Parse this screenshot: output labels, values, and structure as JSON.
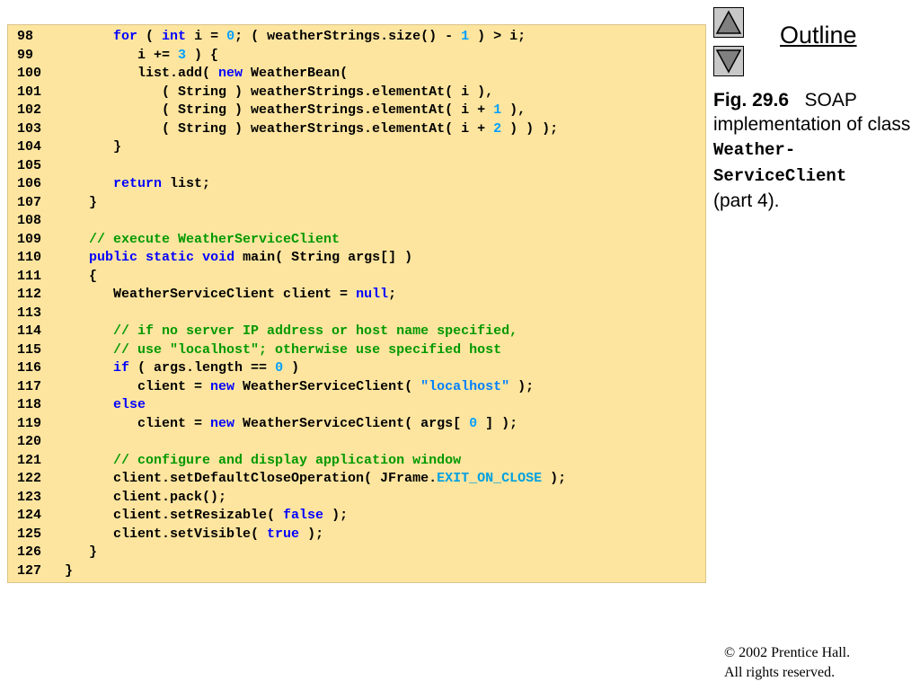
{
  "nav": {
    "outline_label": "Outline",
    "up_icon": "triangle-up-icon",
    "down_icon": "triangle-down-icon"
  },
  "caption": {
    "fig_label": "Fig. 29.6",
    "text_1": "SOAP implementation of class",
    "class_name_1": "Weather-",
    "class_name_2": "ServiceClient",
    "text_2": "(part 4)."
  },
  "copyright": {
    "line1": "© 2002 Prentice Hall.",
    "line2": "All rights reserved."
  },
  "code": {
    "lines": [
      {
        "n": "98",
        "tokens": [
          [
            "p",
            "      "
          ],
          [
            "k",
            "for"
          ],
          [
            "p",
            " ( "
          ],
          [
            "k",
            "int"
          ],
          [
            "p",
            " i = "
          ],
          [
            "n",
            "0"
          ],
          [
            "p",
            "; ( weatherStrings.size() - "
          ],
          [
            "n",
            "1"
          ],
          [
            "p",
            " ) > i;"
          ]
        ]
      },
      {
        "n": "99",
        "tokens": [
          [
            "p",
            "         i += "
          ],
          [
            "n",
            "3"
          ],
          [
            "p",
            " ) {"
          ]
        ]
      },
      {
        "n": "100",
        "tokens": [
          [
            "p",
            "         list.add( "
          ],
          [
            "k",
            "new"
          ],
          [
            "p",
            " WeatherBean("
          ]
        ]
      },
      {
        "n": "101",
        "tokens": [
          [
            "p",
            "            ( String ) weatherStrings.elementAt( i ),"
          ]
        ]
      },
      {
        "n": "102",
        "tokens": [
          [
            "p",
            "            ( String ) weatherStrings.elementAt( i + "
          ],
          [
            "n",
            "1"
          ],
          [
            "p",
            " ),"
          ]
        ]
      },
      {
        "n": "103",
        "tokens": [
          [
            "p",
            "            ( String ) weatherStrings.elementAt( i + "
          ],
          [
            "n",
            "2"
          ],
          [
            "p",
            " ) ) );"
          ]
        ]
      },
      {
        "n": "104",
        "tokens": [
          [
            "p",
            "      }"
          ]
        ]
      },
      {
        "n": "105",
        "tokens": []
      },
      {
        "n": "106",
        "tokens": [
          [
            "p",
            "      "
          ],
          [
            "k",
            "return"
          ],
          [
            "p",
            " list;"
          ]
        ]
      },
      {
        "n": "107",
        "tokens": [
          [
            "p",
            "   }"
          ]
        ]
      },
      {
        "n": "108",
        "tokens": []
      },
      {
        "n": "109",
        "tokens": [
          [
            "p",
            "   "
          ],
          [
            "c",
            "// execute WeatherServiceClient"
          ]
        ]
      },
      {
        "n": "110",
        "tokens": [
          [
            "p",
            "   "
          ],
          [
            "k",
            "public"
          ],
          [
            "p",
            " "
          ],
          [
            "k",
            "static"
          ],
          [
            "p",
            " "
          ],
          [
            "k",
            "void"
          ],
          [
            "p",
            " main( String args[] )"
          ]
        ]
      },
      {
        "n": "111",
        "tokens": [
          [
            "p",
            "   {"
          ]
        ]
      },
      {
        "n": "112",
        "tokens": [
          [
            "p",
            "      WeatherServiceClient client = "
          ],
          [
            "k",
            "null"
          ],
          [
            "p",
            ";"
          ]
        ]
      },
      {
        "n": "113",
        "tokens": []
      },
      {
        "n": "114",
        "tokens": [
          [
            "p",
            "      "
          ],
          [
            "c",
            "// if no server IP address or host name specified,"
          ]
        ]
      },
      {
        "n": "115",
        "tokens": [
          [
            "p",
            "      "
          ],
          [
            "c",
            "// use \"localhost\"; otherwise use specified host"
          ]
        ]
      },
      {
        "n": "116",
        "tokens": [
          [
            "p",
            "      "
          ],
          [
            "k",
            "if"
          ],
          [
            "p",
            " ( args.length == "
          ],
          [
            "n",
            "0"
          ],
          [
            "p",
            " )"
          ]
        ]
      },
      {
        "n": "117",
        "tokens": [
          [
            "p",
            "         client = "
          ],
          [
            "k",
            "new"
          ],
          [
            "p",
            " WeatherServiceClient( "
          ],
          [
            "s",
            "\"localhost\""
          ],
          [
            "p",
            " );"
          ]
        ]
      },
      {
        "n": "118",
        "tokens": [
          [
            "p",
            "      "
          ],
          [
            "k",
            "else"
          ]
        ]
      },
      {
        "n": "119",
        "tokens": [
          [
            "p",
            "         client = "
          ],
          [
            "k",
            "new"
          ],
          [
            "p",
            " WeatherServiceClient( args[ "
          ],
          [
            "n",
            "0"
          ],
          [
            "p",
            " ] );"
          ]
        ]
      },
      {
        "n": "120",
        "tokens": []
      },
      {
        "n": "121",
        "tokens": [
          [
            "p",
            "      "
          ],
          [
            "c",
            "// configure and display application window"
          ]
        ]
      },
      {
        "n": "122",
        "tokens": [
          [
            "p",
            "      client.setDefaultCloseOperation( JFrame."
          ],
          [
            "x",
            "EXIT_ON_CLOSE"
          ],
          [
            "p",
            " );"
          ]
        ]
      },
      {
        "n": "123",
        "tokens": [
          [
            "p",
            "      client.pack();"
          ]
        ]
      },
      {
        "n": "124",
        "tokens": [
          [
            "p",
            "      client.setResizable( "
          ],
          [
            "k",
            "false"
          ],
          [
            "p",
            " );"
          ]
        ]
      },
      {
        "n": "125",
        "tokens": [
          [
            "p",
            "      client.setVisible( "
          ],
          [
            "k",
            "true"
          ],
          [
            "p",
            " );"
          ]
        ]
      },
      {
        "n": "126",
        "tokens": [
          [
            "p",
            "   }"
          ]
        ]
      },
      {
        "n": "127",
        "tokens": [
          [
            "p",
            "}"
          ]
        ]
      }
    ]
  }
}
